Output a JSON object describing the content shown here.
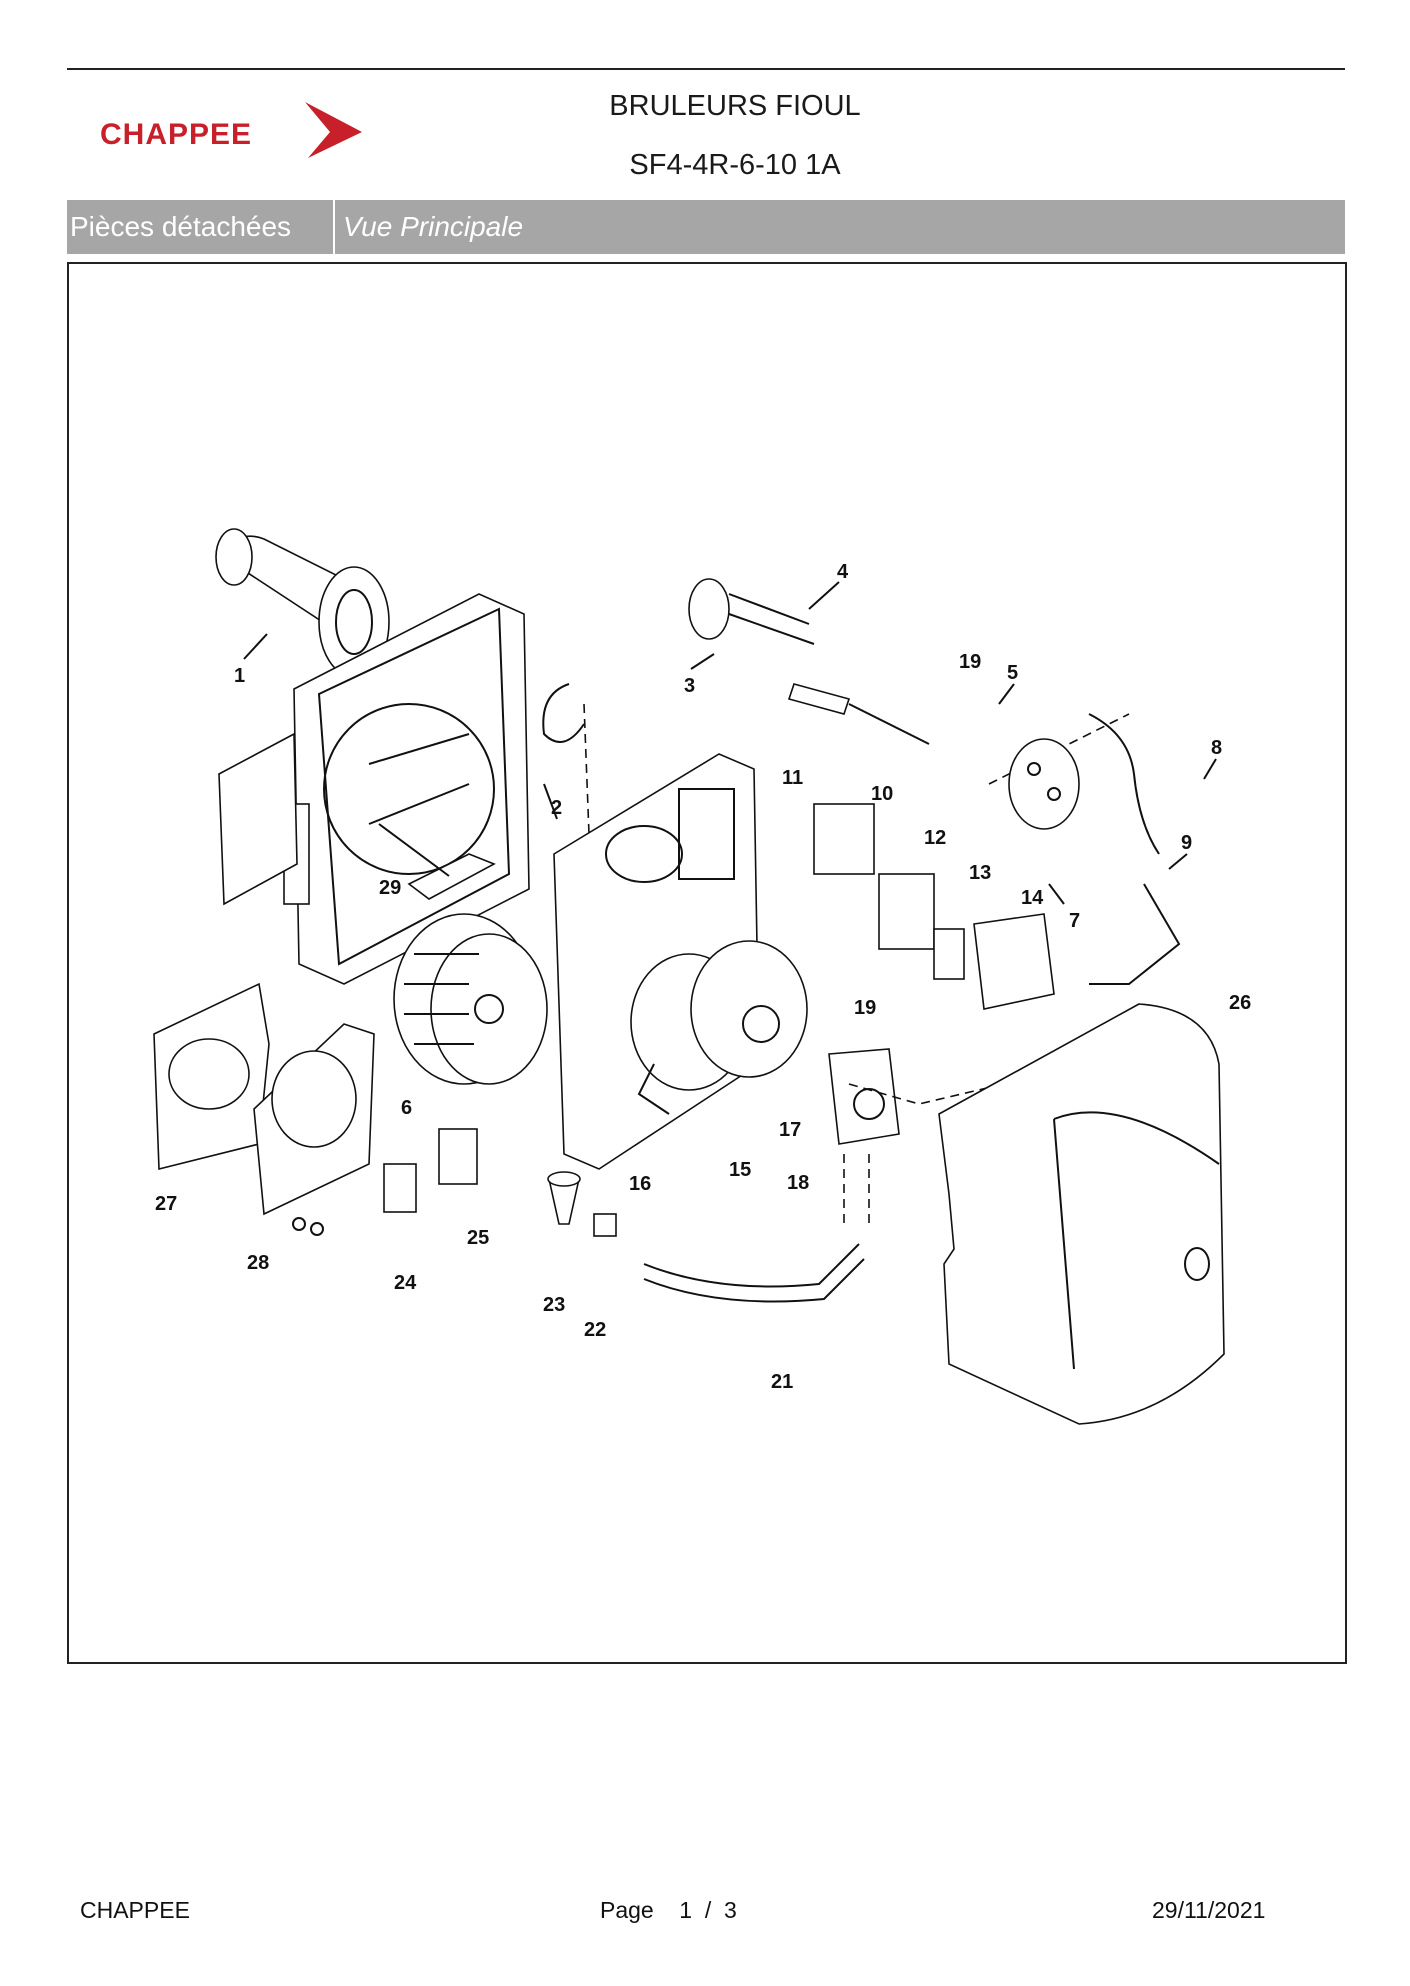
{
  "brand": {
    "name": "CHAPPEE",
    "color": "#c8202a"
  },
  "header": {
    "title_line1": "BRULEURS FIOUL",
    "title_line2": "SF4-4R-6-10 1A"
  },
  "tabs": {
    "section": "Pièces détachées",
    "view": "Vue Principale"
  },
  "diagram": {
    "callouts": [
      "1",
      "2",
      "3",
      "4",
      "5",
      "6",
      "7",
      "8",
      "9",
      "10",
      "11",
      "12",
      "13",
      "14",
      "15",
      "16",
      "17",
      "18",
      "19",
      "19",
      "21",
      "22",
      "23",
      "24",
      "25",
      "26",
      "27",
      "28",
      "29"
    ]
  },
  "footer": {
    "company": "CHAPPEE",
    "page_label": "Page",
    "page_current": "1",
    "page_sep": "/",
    "page_total": "3",
    "date": "29/11/2021"
  }
}
